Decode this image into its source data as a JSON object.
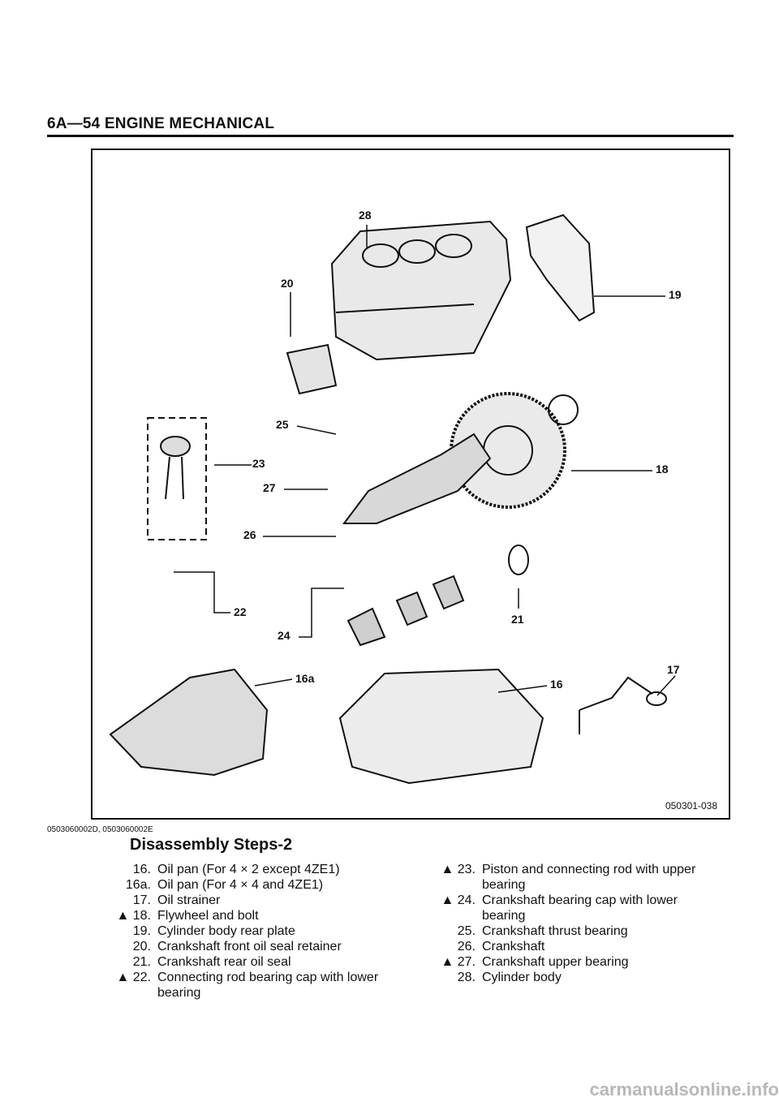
{
  "page": {
    "header": "6A—54 ENGINE MECHANICAL",
    "doc_ids": "0503060002D, 0503060002E",
    "section_title": "Disassembly Steps-2",
    "watermark": "carmanualsonline.info"
  },
  "figure": {
    "code": "050301-038",
    "callouts": [
      "28",
      "20",
      "19",
      "25",
      "23",
      "27",
      "18",
      "26",
      "22",
      "21",
      "24",
      "16a",
      "16",
      "17"
    ]
  },
  "steps": {
    "left": [
      {
        "num": "16.",
        "text": "Oil pan (For 4 × 2 except 4ZE1)"
      },
      {
        "num": "16a.",
        "text": "Oil pan (For 4 × 4 and 4ZE1)"
      },
      {
        "num": "17.",
        "text": "Oil strainer"
      },
      {
        "num": "▲ 18.",
        "text": "Flywheel and bolt"
      },
      {
        "num": "19.",
        "text": "Cylinder body rear plate"
      },
      {
        "num": "20.",
        "text": "Crankshaft front oil seal retainer"
      },
      {
        "num": "21.",
        "text": "Crankshaft rear oil seal"
      },
      {
        "num": "▲ 22.",
        "text": "Connecting rod bearing cap with lower bearing"
      }
    ],
    "right": [
      {
        "num": "▲ 23.",
        "text": "Piston and connecting rod with upper bearing"
      },
      {
        "num": "▲ 24.",
        "text": "Crankshaft bearing cap with lower bearing"
      },
      {
        "num": "25.",
        "text": "Crankshaft thrust bearing"
      },
      {
        "num": "26.",
        "text": "Crankshaft"
      },
      {
        "num": "▲ 27.",
        "text": "Crankshaft upper bearing"
      },
      {
        "num": "28.",
        "text": "Cylinder body"
      }
    ]
  }
}
